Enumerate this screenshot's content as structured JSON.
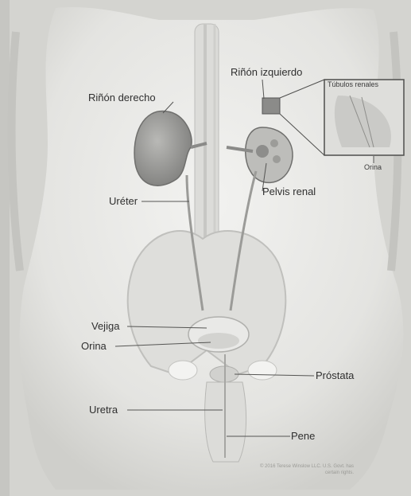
{
  "labels": {
    "rinon_derecho": "Riñón derecho",
    "rinon_izquierdo": "Riñón izquierdo",
    "tubulos_renales": "Túbulos renales",
    "orina_inset": "Orina",
    "ureter": "Uréter",
    "pelvis_renal": "Pelvis renal",
    "vejiga": "Vejiga",
    "orina": "Orina",
    "prostata": "Próstata",
    "uretra": "Uretra",
    "pene": "Pene"
  },
  "copyright": "© 2016 Terese Winslow LLC. U.S. Govt. has certain rights."
}
